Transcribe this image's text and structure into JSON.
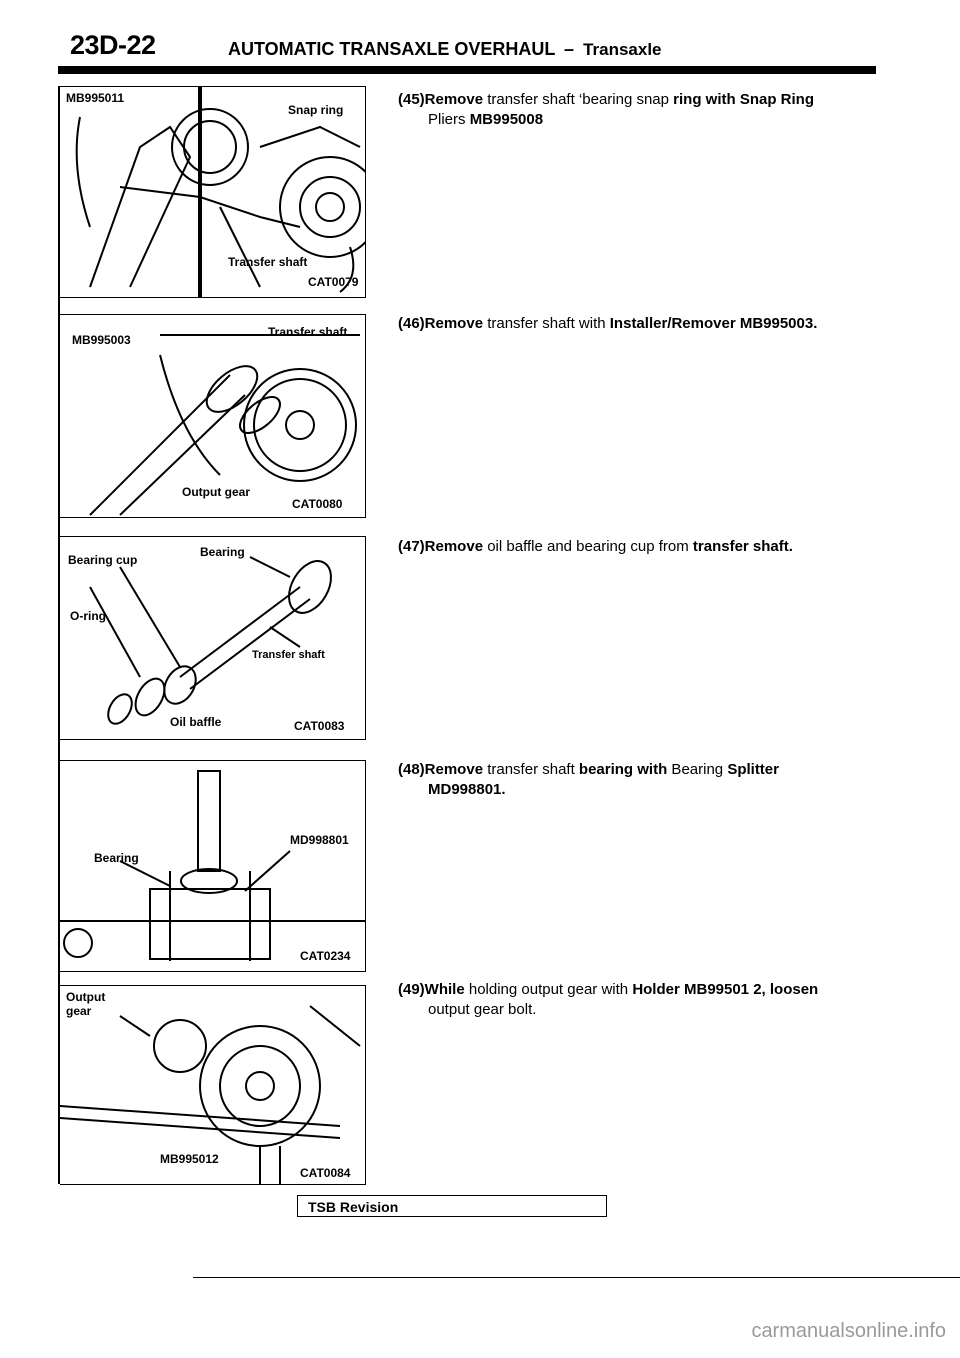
{
  "header": {
    "code": "23D-22",
    "title": "AUTOMATIC TRANSAXLE OVERHAUL",
    "dash": "–",
    "subtitle": "Transaxle"
  },
  "figures": [
    {
      "labels": {
        "tool": "MB995011",
        "part1": "Snap ring",
        "part2": "Transfer shaft",
        "code": "CAT0079"
      }
    },
    {
      "labels": {
        "tool": "MB995003",
        "part1": "Transfer shaft",
        "part2": "Output gear",
        "code": "CAT0080"
      }
    },
    {
      "labels": {
        "part1": "Bearing cup",
        "part2": "Bearing",
        "part3": "O-ring",
        "part4": "Transfer shaft",
        "part5": "Oil baffle",
        "code": "CAT0083"
      }
    },
    {
      "labels": {
        "tool": "MD998801",
        "part1": "Bearing",
        "code": "CAT0234"
      }
    },
    {
      "labels": {
        "part1": "Output",
        "part1b": "gear",
        "tool": "MB995012",
        "code": "CAT0084"
      }
    }
  ],
  "steps": [
    {
      "num": "(45)Remove",
      "text": " transfer shaft ‘bearing snap ",
      "bold": "ring with Snap Ring",
      "line2_text": "Pliers ",
      "line2_bold": "MB995008"
    },
    {
      "num": "(46)Remove",
      "text": " transfer shaft with ",
      "bold": "Installer/Remover MB995003."
    },
    {
      "num": "(47)Remove",
      "text": " oil baffle and bearing cup from ",
      "bold": "transfer shaft."
    },
    {
      "num": "(48)Remove",
      "text": " transfer  shaft ",
      "bold": "bearing with",
      "text2": " Bearing ",
      "bold2": "Splitter",
      "line2_bold": "MD998801."
    },
    {
      "num": "(49)While",
      "text": " holding output gear with ",
      "bold": "Holder MB99501 2, loosen",
      "line2_text": "output gear bolt."
    }
  ],
  "footer": {
    "tsb": "TSB  Revision",
    "watermark": "carmanualsonline.info"
  }
}
